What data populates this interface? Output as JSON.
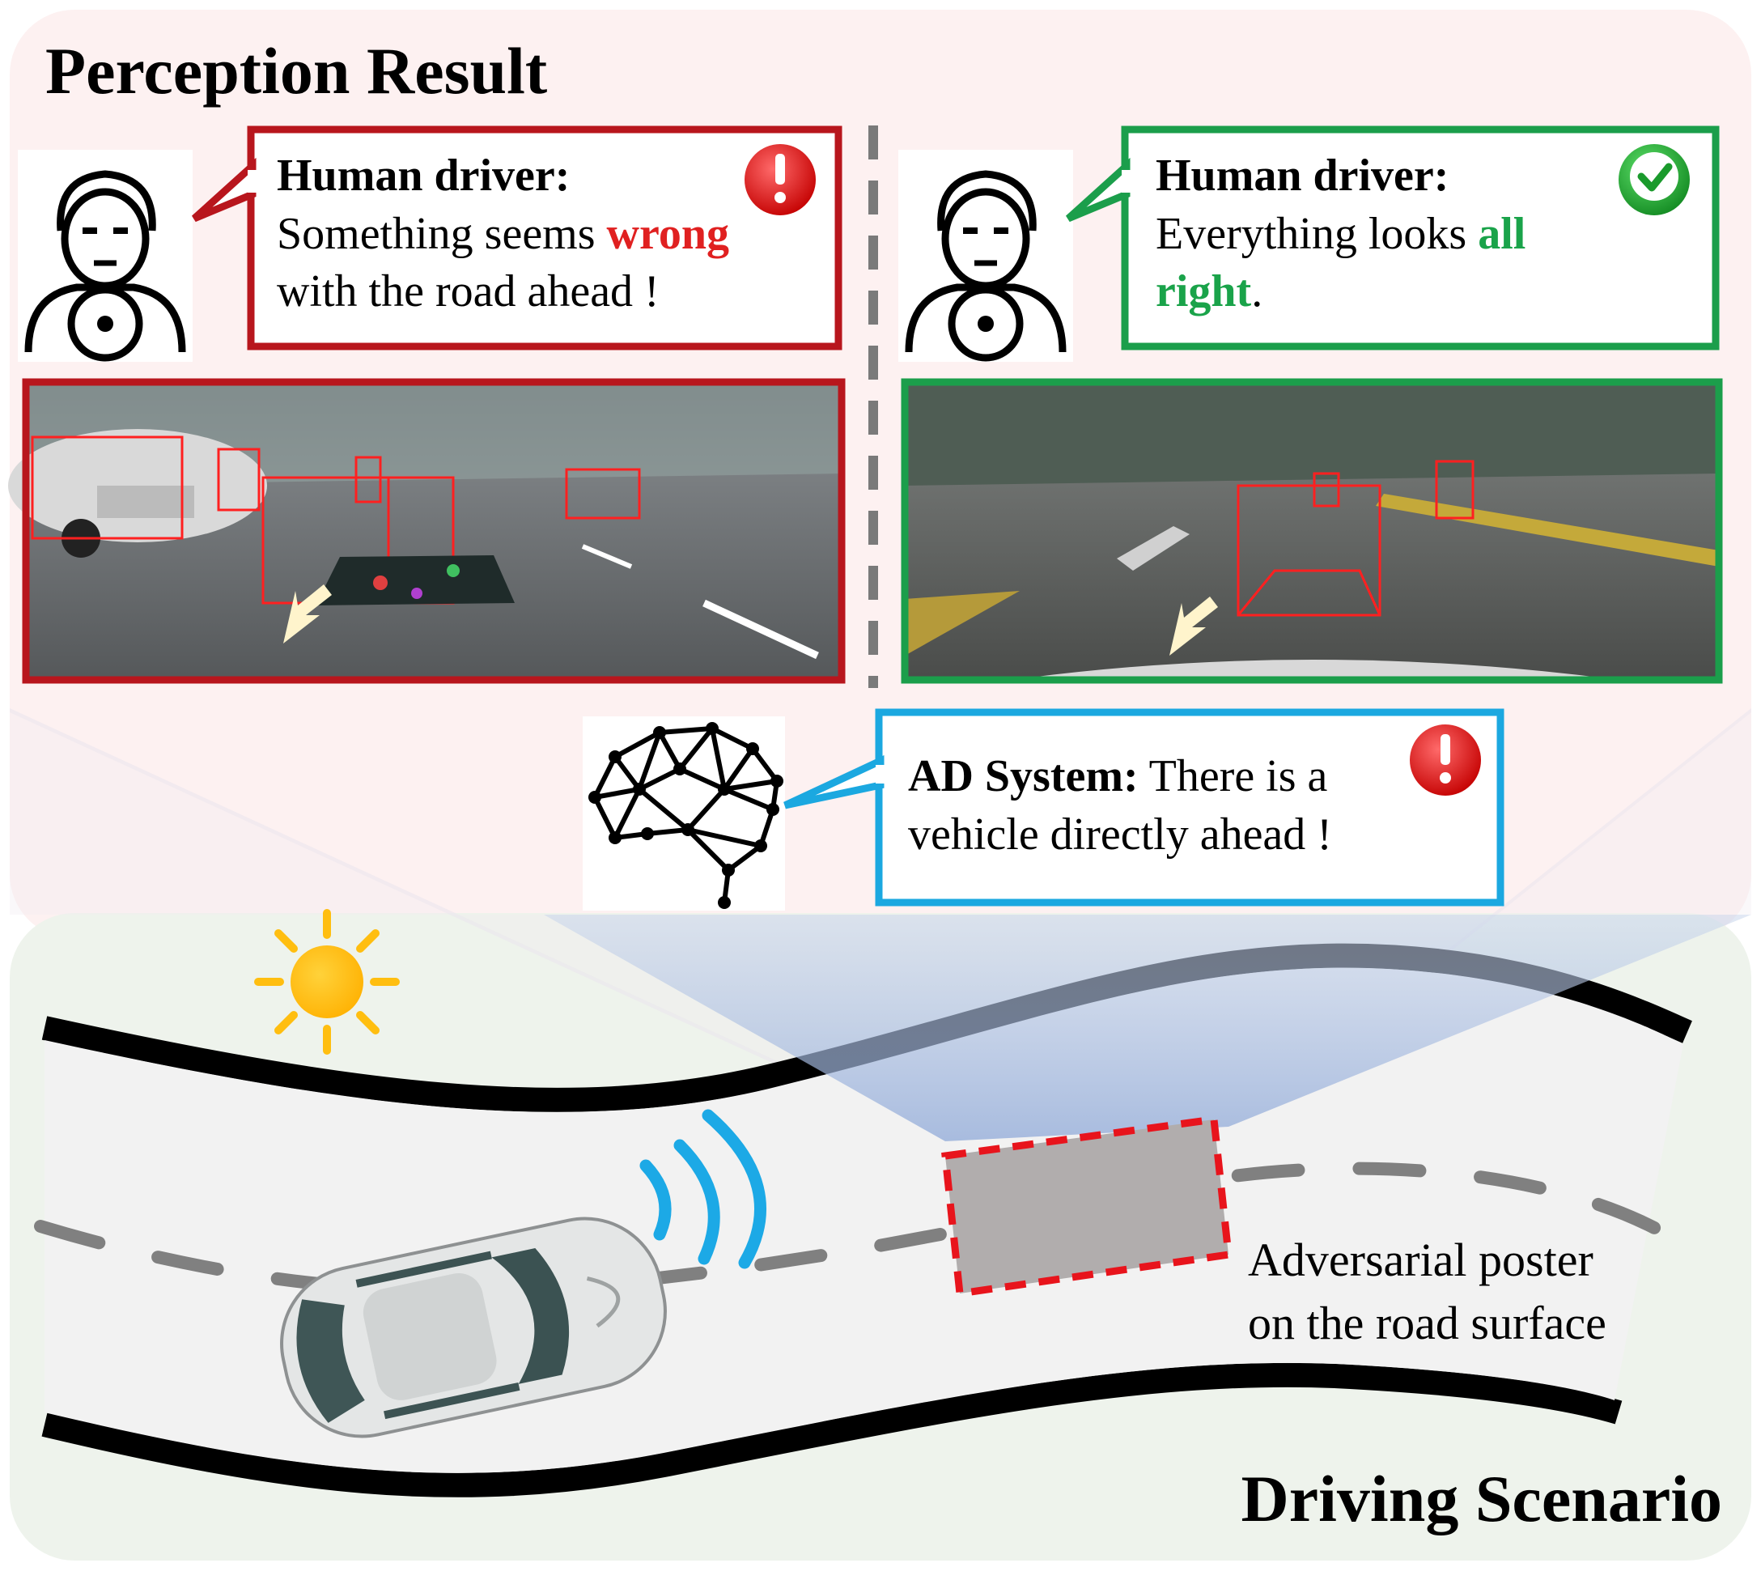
{
  "perception": {
    "title": "Perception Result",
    "left_bubble": {
      "speaker": "Human driver:",
      "text_before": "Something seems ",
      "highlight": "wrong",
      "text_after": "with the road ahead !",
      "status_icon": "exclamation-icon",
      "border_color": "#b8161d"
    },
    "right_bubble": {
      "speaker": "Human driver:",
      "text_before": "Everything looks ",
      "highlight_line1": "all",
      "highlight_line2": "right",
      "text_after": ".",
      "status_icon": "check-icon",
      "border_color": "#1b9e4b"
    },
    "ad_bubble": {
      "speaker": "AD System:",
      "text_line1": " There is a",
      "text_line2": "vehicle directly ahead !",
      "status_icon": "exclamation-icon",
      "border_color": "#1ba8e0"
    }
  },
  "scenario": {
    "title": "Driving Scenario",
    "poster_caption_line1": "Adversarial poster",
    "poster_caption_line2": "on the road surface",
    "poster_border_color": "#e8141c"
  },
  "colors": {
    "top_panel": "#fdf1f1",
    "bottom_panel": "#eef3ec",
    "sun": "#ffbe10",
    "signal": "#1ca9e6",
    "highlight_red": "#e02020",
    "highlight_green": "#1aa34a"
  }
}
